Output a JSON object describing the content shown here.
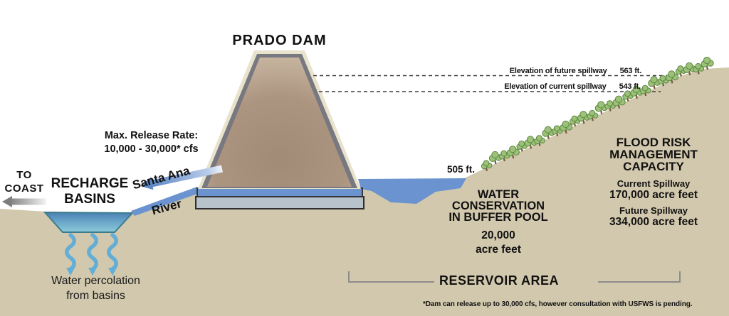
{
  "diagram": {
    "title": "PRADO DAM",
    "spillways": {
      "future_label": "Elevation of future spillway",
      "future_value": "563 ft.",
      "current_label": "Elevation of current spillway",
      "current_value": "543 ft."
    },
    "annotations": {
      "max_release_line1": "Max. Release Rate:",
      "max_release_line2": "10,000 - 30,000* cfs",
      "to_coast_line1": "TO",
      "to_coast_line2": "COAST",
      "recharge_line1": "RECHARGE",
      "recharge_line2": "BASINS",
      "river_line1": "Santa Ana",
      "river_line2": "River",
      "percolation_line1": "Water percolation",
      "percolation_line2": "from basins",
      "pool_elevation": "505 ft.",
      "reservoir_area": "RESERVOIR AREA",
      "footnote": "*Dam can release up to 30,000 cfs, however consultation with USFWS is pending."
    },
    "buffer_pool": {
      "line1": "WATER",
      "line2": "CONSERVATION",
      "line3": "IN BUFFER POOL",
      "volume": "20,000",
      "volume_unit": "acre feet"
    },
    "flood_risk": {
      "line1": "FLOOD RISK",
      "line2": "MANAGEMENT",
      "line3": "CAPACITY",
      "current_label": "Current Spillway",
      "current_value": "170,000 acre feet",
      "future_label": "Future Spillway",
      "future_value": "334,000 acre feet"
    },
    "colors": {
      "ground": "#d2c8ad",
      "water": "#6a93d0",
      "dam_center": "#a18a76",
      "dam_edge": "#ccbba6",
      "basin_top": "#4a7fb5",
      "basin_bottom": "#8ccbd9",
      "foliage": "#9cc178",
      "percolation_arrow": "#63aed6"
    }
  }
}
